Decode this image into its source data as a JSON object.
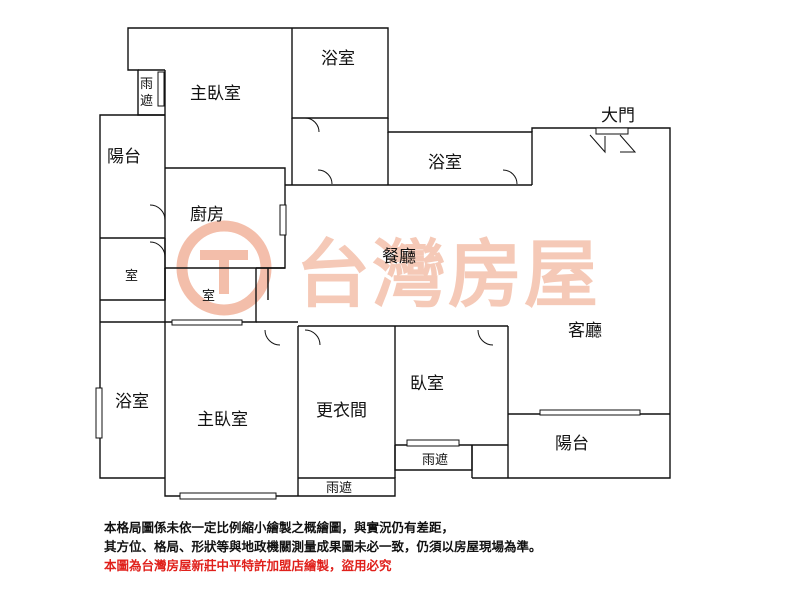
{
  "rooms": {
    "master_bedroom_top": "主臥室",
    "bath_top": "浴室",
    "rain_shelter_top": [
      "雨",
      "遮"
    ],
    "balcony_left": "陽台",
    "bath_mid": "浴室",
    "main_door": "大門",
    "kitchen": "廚房",
    "room_small_1": "室",
    "room_small_2": "室",
    "dining": "餐廳",
    "living": "客廳",
    "bath_left": "浴室",
    "master_bedroom_bottom": "主臥室",
    "walk_in_closet": "更衣間",
    "bedroom": "臥室",
    "balcony_right": "陽台",
    "rain_shelter_mid": "雨遮",
    "rain_shelter_bottom": "雨遮"
  },
  "watermark": {
    "text": "台灣房屋",
    "color": "#f4c4b0",
    "logo_color": "#f2b39c"
  },
  "notes": [
    "本格局圖係未依一定比例縮小繪製之概繪圖，與實況仍有差距，",
    "其方位、格局、形狀等與地政機關測量成果圖未必一致，仍須以房屋現場為準。",
    "本圖為台灣房屋新莊中平特許加盟店繪製，盜用必究"
  ],
  "colors": {
    "wall": "#111111",
    "notice_red": "#e0201b"
  }
}
